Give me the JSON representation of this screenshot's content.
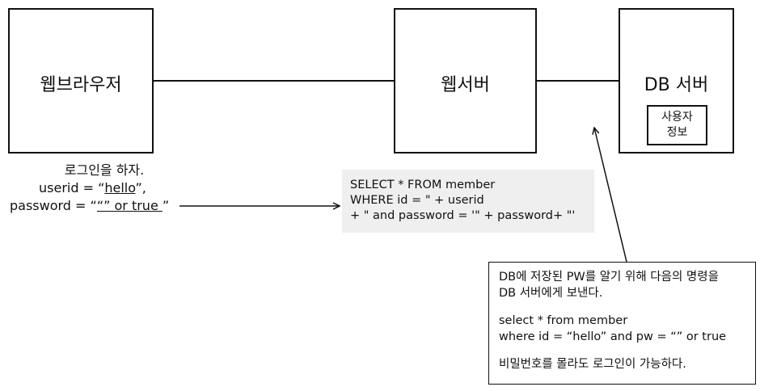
{
  "nodes": {
    "browser": "웹브라우저",
    "webserver": "웹서버",
    "dbserver": "DB 서버",
    "userinfo": [
      "사용자",
      "정보"
    ]
  },
  "login": {
    "title": "로그인을 하자.",
    "userid_prefix": "userid = “",
    "userid_value": "hello",
    "userid_suffix": "”,",
    "password_prefix": "password = “",
    "password_value": "“” or true ",
    "password_suffix": "”"
  },
  "query": {
    "line1": "SELECT * FROM member",
    "line2": "WHERE id = \" + userid",
    "line3": "+ \" and password = '\" + password+ \"'"
  },
  "note": {
    "line1": "DB에 저장된 PW를 알기 위해  다음의 명령을",
    "line2": "DB 서버에게 보낸다.",
    "line3": "select *  from member",
    "line4": "where id = “hello” and pw = “” or true",
    "line5": "비밀번호를 몰라도 로그인이 가능하다."
  }
}
